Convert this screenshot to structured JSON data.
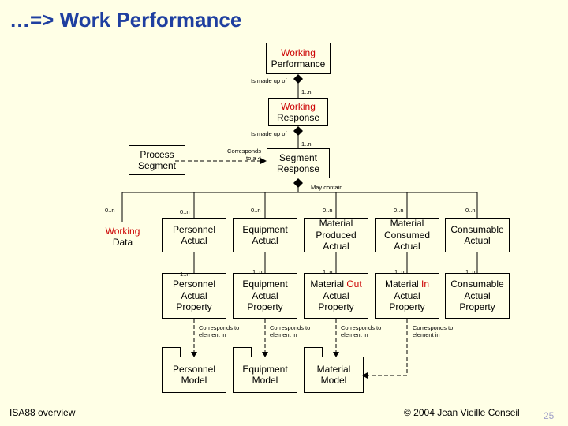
{
  "title": "…=> Work Performance",
  "boxes": {
    "working_performance": {
      "line1": "Working",
      "line2": "Performance"
    },
    "working_response": {
      "line1": "Working",
      "line2": "Response"
    },
    "process_segment": {
      "line1": "Process",
      "line2": "Segment"
    },
    "segment_response": {
      "line1": "Segment",
      "line2": "Response"
    },
    "working_data": {
      "line1": "Working",
      "line2": "Data"
    },
    "personnel_actual": {
      "line1": "Personnel",
      "line2": "Actual"
    },
    "equipment_actual": {
      "line1": "Equipment",
      "line2": "Actual"
    },
    "material_produced_actual": {
      "line1": "Material",
      "line2": "Produced",
      "line3": "Actual"
    },
    "material_consumed_actual": {
      "line1": "Material",
      "line2": "Consumed",
      "line3": "Actual"
    },
    "consumable_actual": {
      "line1": "Consumable",
      "line2": "Actual"
    },
    "personnel_actual_property": {
      "line1": "Personnel",
      "line2": "Actual",
      "line3": "Property"
    },
    "equipment_actual_property": {
      "line1": "Equipment",
      "line2": "Actual",
      "line3": "Property"
    },
    "material_out_actual_property": {
      "line1a": "Material ",
      "line1b": "Out",
      "line2": "Actual",
      "line3": "Property"
    },
    "material_in_actual_property": {
      "line1a": "Material ",
      "line1b": "In",
      "line2": "Actual",
      "line3": "Property"
    },
    "consumable_actual_property": {
      "line1": "Consumable",
      "line2": "Actual",
      "line3": "Property"
    },
    "personnel_model": {
      "line1": "Personnel",
      "line2": "Model"
    },
    "equipment_model": {
      "line1": "Equipment",
      "line2": "Model"
    },
    "material_model": {
      "line1": "Material",
      "line2": "Model"
    }
  },
  "labels": {
    "is_made_up_of_1": "Is made up of",
    "mult_1n_a": "1..n",
    "is_made_up_of_2": "Is made up of",
    "mult_1n_b": "1..n",
    "corresponds_to_a_l1": "Corresponds",
    "corresponds_to_a_l2": "to a <",
    "may_contain": "May contain",
    "m_working_data": "0..n",
    "m_personnel": "0..n",
    "m_equipment": "0..n",
    "m_mat_produced": "0..n",
    "m_mat_consumed": "0..n",
    "m_consumable": "0..n",
    "p_personnel": "1..n",
    "p_equipment": "1..n",
    "p_mat_out": "1..n",
    "p_mat_in": "1..n",
    "p_consumable": "1..n",
    "corr_el_personnel_l1": "Corresponds to",
    "corr_el_personnel_l2": "element in",
    "corr_el_equipment_l1": "Corresponds to",
    "corr_el_equipment_l2": "element in",
    "corr_el_mat_out_l1": "Corresponds to",
    "corr_el_mat_out_l2": "element in",
    "corr_el_mat_in_l1": "Corresponds to",
    "corr_el_mat_in_l2": "element in"
  },
  "footer": {
    "left": "ISA88 overview",
    "right": "© 2004 Jean Vieille Conseil",
    "page": "25"
  },
  "colors": {
    "background": "#FFFFE6",
    "title": "#1F3FA0",
    "highlight_red": "#CC0000"
  }
}
